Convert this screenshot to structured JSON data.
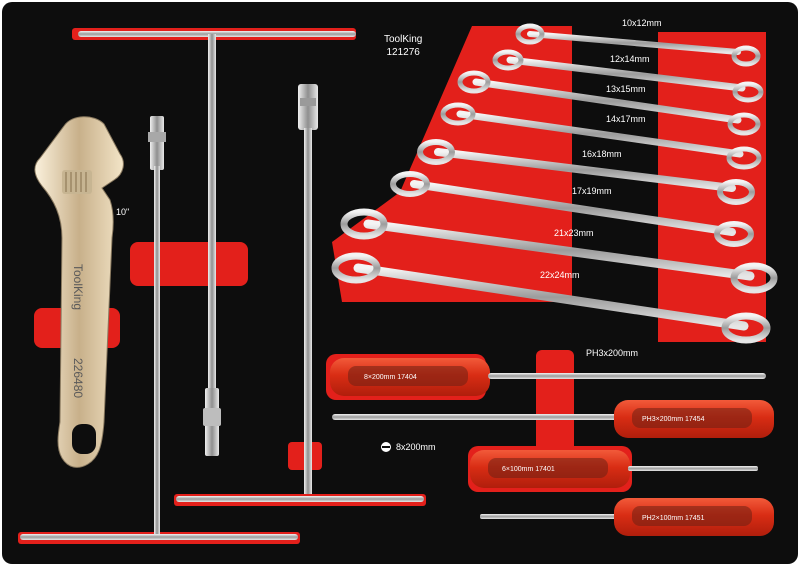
{
  "brand": {
    "name": "ToolKing",
    "code": "121276"
  },
  "adjustable_wrench": {
    "size_label": "10\"",
    "engraving_brand": "ToolKing",
    "engraving_code": "226480"
  },
  "wrench_sizes": [
    "10x12mm",
    "12x14mm",
    "13x15mm",
    "14x17mm",
    "16x18mm",
    "17x19mm",
    "21x23mm",
    "22x24mm"
  ],
  "screwdrivers": {
    "top_label": "PH3x200mm",
    "side_label": "8x200mm",
    "handle_1": "8×200mm  17404",
    "handle_2": "PH3×200mm  17454",
    "handle_3": "6×100mm  17401",
    "handle_4": "PH2×100mm  17451"
  },
  "colors": {
    "foam": "#0d0d0d",
    "accent": "#e3201b",
    "handle_red": "#e8391e",
    "chrome": "#d4d4d4"
  }
}
